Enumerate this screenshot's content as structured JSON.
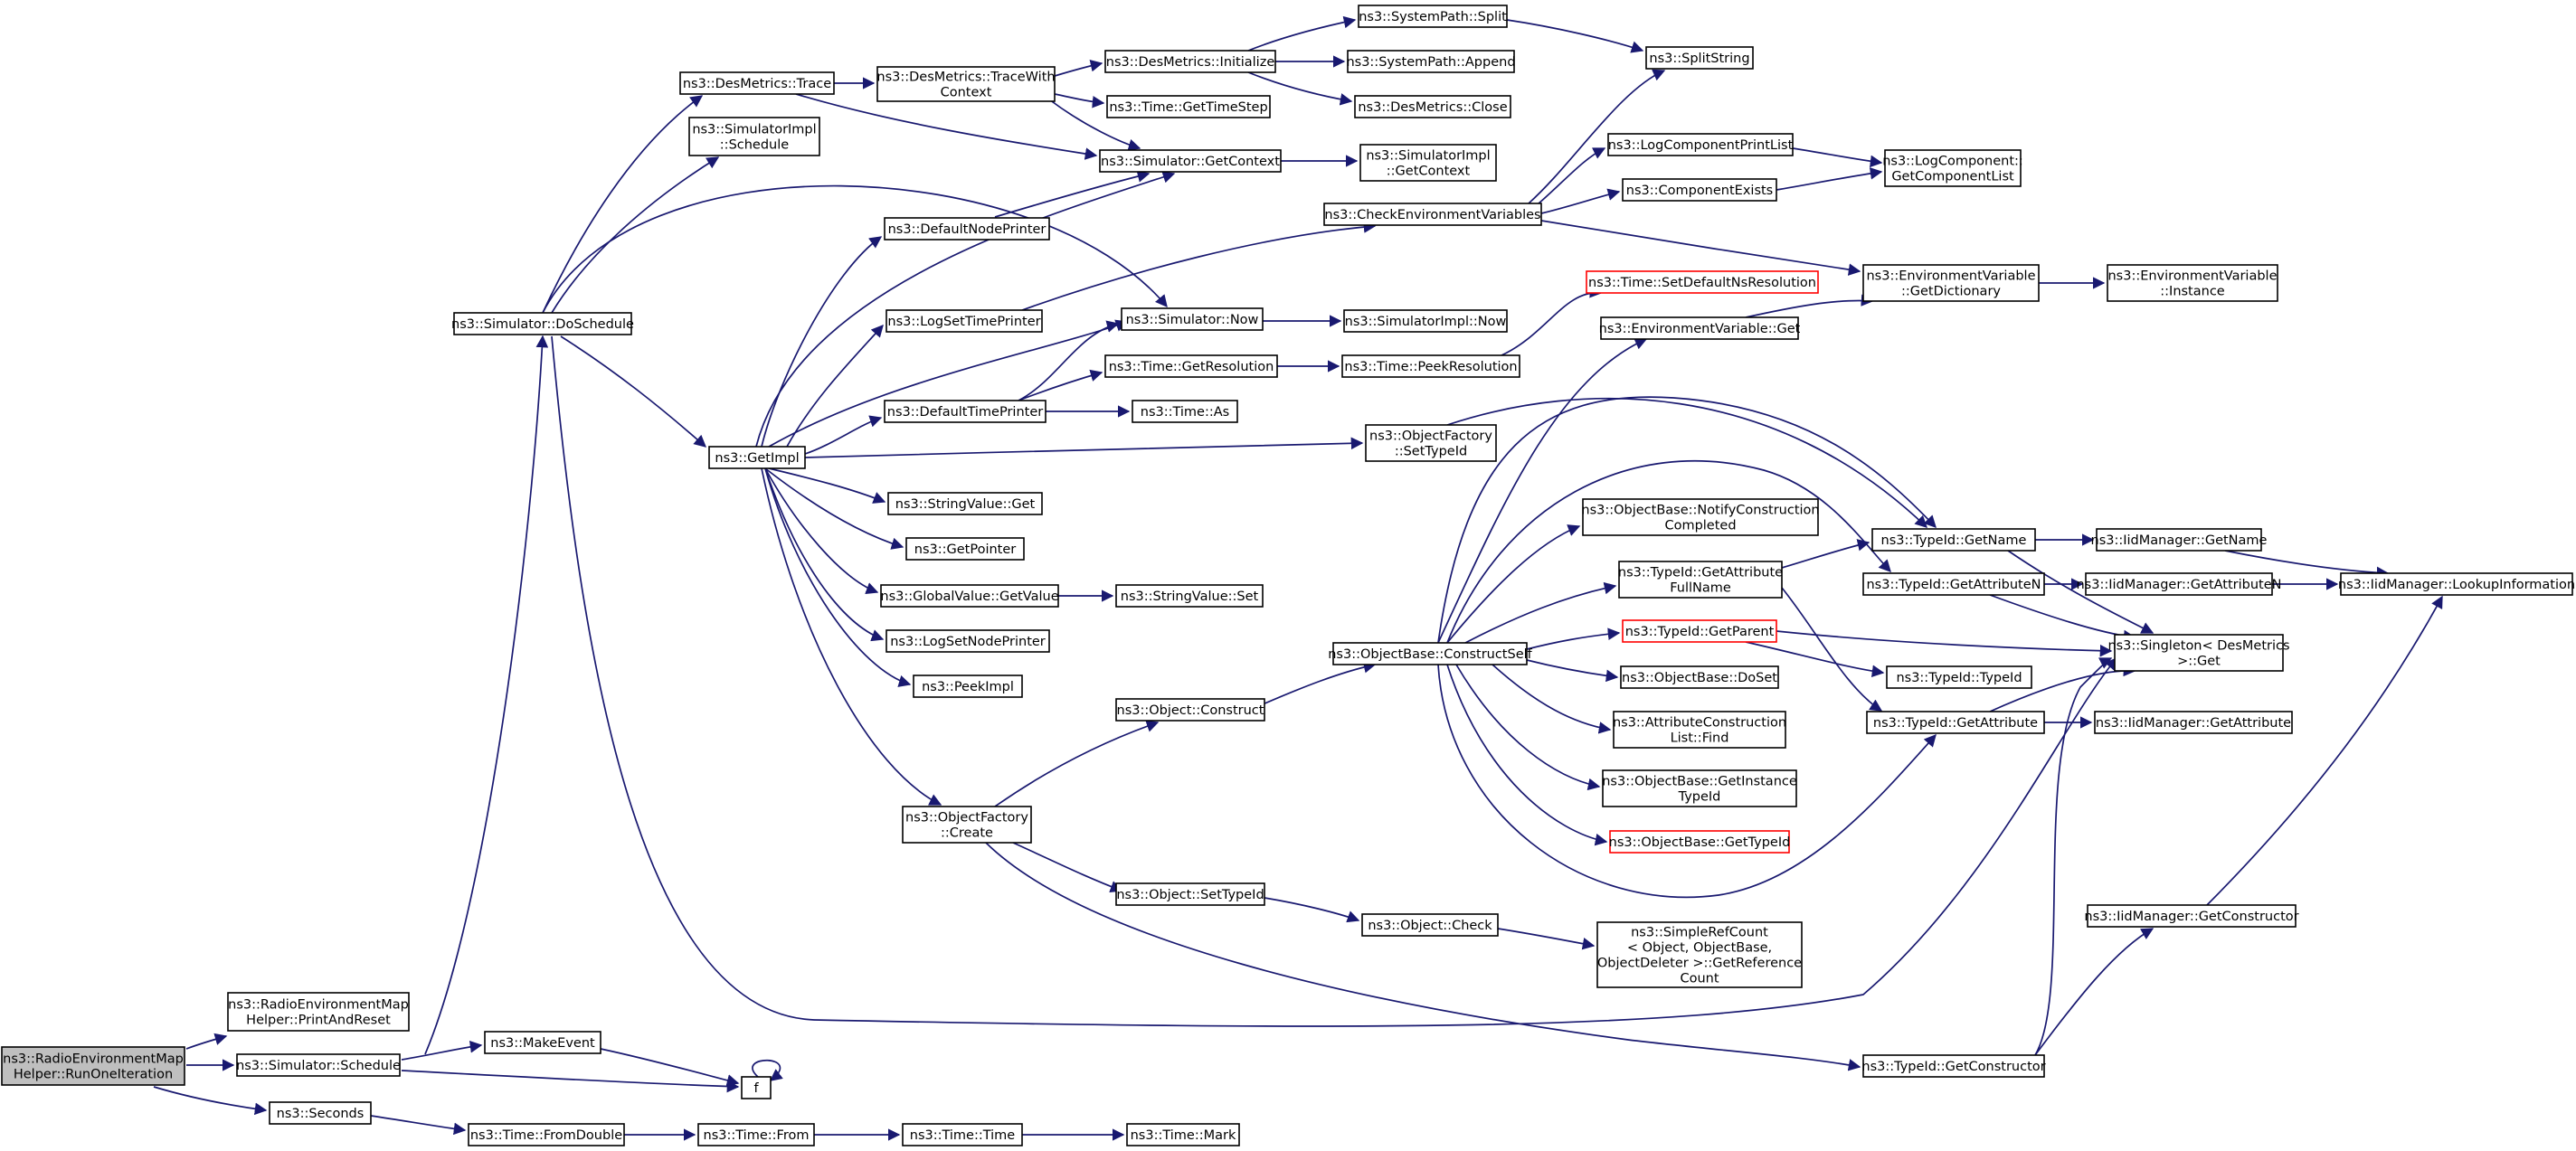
{
  "colors": {
    "edge": "#191970",
    "root_fill": "#bfbfbf",
    "highlight_border": "#ff0000"
  },
  "nodes": {
    "root": [
      "ns3::RadioEnvironmentMap",
      "Helper::RunOneIteration"
    ],
    "printAndReset": [
      "ns3::RadioEnvironmentMap",
      "Helper::PrintAndReset"
    ],
    "simSchedule": [
      "ns3::Simulator::Schedule"
    ],
    "seconds": [
      "ns3::Seconds"
    ],
    "makeEvent": [
      "ns3::MakeEvent"
    ],
    "f": [
      "f"
    ],
    "fromDouble": [
      "ns3::Time::FromDouble"
    ],
    "timeFrom": [
      "ns3::Time::From"
    ],
    "timeTime": [
      "ns3::Time::Time"
    ],
    "timeMark": [
      "ns3::Time::Mark"
    ],
    "doSchedule": [
      "ns3::Simulator::DoSchedule"
    ],
    "desTrace": [
      "ns3::DesMetrics::Trace"
    ],
    "simImplSchedule": [
      "ns3::SimulatorImpl",
      "::Schedule"
    ],
    "getImpl": [
      "ns3::GetImpl"
    ],
    "traceWithContext": [
      "ns3::DesMetrics::TraceWith",
      "Context"
    ],
    "desInitialize": [
      "ns3::DesMetrics::Initialize"
    ],
    "getTimeStep": [
      "ns3::Time::GetTimeStep"
    ],
    "simGetContext": [
      "ns3::Simulator::GetContext"
    ],
    "sysSplit": [
      "ns3::SystemPath::Split"
    ],
    "sysAppend": [
      "ns3::SystemPath::Append"
    ],
    "desClose": [
      "ns3::DesMetrics::Close"
    ],
    "splitString": [
      "ns3::SplitString"
    ],
    "simImplGetContext": [
      "ns3::SimulatorImpl",
      "::GetContext"
    ],
    "defaultNodePrinter": [
      "ns3::DefaultNodePrinter"
    ],
    "checkEnv": [
      "ns3::CheckEnvironmentVariables"
    ],
    "logCompPrintList": [
      "ns3::LogComponentPrintList"
    ],
    "compExists": [
      "ns3::ComponentExists"
    ],
    "logCompGetList": [
      "ns3::LogComponent::",
      "GetComponentList"
    ],
    "logSetTimePrinter": [
      "ns3::LogSetTimePrinter"
    ],
    "simNow": [
      "ns3::Simulator::Now"
    ],
    "simImplNow": [
      "ns3::SimulatorImpl::Now"
    ],
    "envGetDict": [
      "ns3::EnvironmentVariable",
      "::GetDictionary"
    ],
    "envInstance": [
      "ns3::EnvironmentVariable",
      "::Instance"
    ],
    "setDefaultNsRes": [
      "ns3::Time::SetDefaultNsResolution"
    ],
    "timeGetRes": [
      "ns3::Time::GetResolution"
    ],
    "timePeekRes": [
      "ns3::Time::PeekResolution"
    ],
    "envGet": [
      "ns3::EnvironmentVariable::Get"
    ],
    "defaultTimePrinter": [
      "ns3::DefaultTimePrinter"
    ],
    "timeAs": [
      "ns3::Time::As"
    ],
    "ofSetTypeId": [
      "ns3::ObjectFactory",
      "::SetTypeId"
    ],
    "stringValueGet": [
      "ns3::StringValue::Get"
    ],
    "getPointer": [
      "ns3::GetPointer"
    ],
    "globalGetValue": [
      "ns3::GlobalValue::GetValue"
    ],
    "stringValueSet": [
      "ns3::StringValue::Set"
    ],
    "logSetNodePrinter": [
      "ns3::LogSetNodePrinter"
    ],
    "peekImpl": [
      "ns3::PeekImpl"
    ],
    "notifyConstruction": [
      "ns3::ObjectBase::NotifyConstruction",
      "Completed"
    ],
    "typeIdGetName": [
      "ns3::TypeId::GetName"
    ],
    "iidGetName": [
      "ns3::IidManager::GetName"
    ],
    "getAttrFullName": [
      "ns3::TypeId::GetAttribute",
      "FullName"
    ],
    "getAttributeN": [
      "ns3::TypeId::GetAttributeN"
    ],
    "iidGetAttributeN": [
      "ns3::IidManager::GetAttributeN"
    ],
    "iidLookup": [
      "ns3::IidManager::LookupInformation"
    ],
    "constructSelf": [
      "ns3::ObjectBase::ConstructSelf"
    ],
    "typeIdGetParent": [
      "ns3::TypeId::GetParent"
    ],
    "singletonGet": [
      "ns3::Singleton< DesMetrics",
      " >::Get"
    ],
    "doSet": [
      "ns3::ObjectBase::DoSet"
    ],
    "typeIdTypeId": [
      "ns3::TypeId::TypeId"
    ],
    "objectConstruct": [
      "ns3::Object::Construct"
    ],
    "attrConstFind": [
      "ns3::AttributeConstruction",
      "List::Find"
    ],
    "typeIdGetAttribute": [
      "ns3::TypeId::GetAttribute"
    ],
    "iidGetAttribute": [
      "ns3::IidManager::GetAttribute"
    ],
    "getInstanceTypeId": [
      "ns3::ObjectBase::GetInstance",
      "TypeId"
    ],
    "ofCreate": [
      "ns3::ObjectFactory",
      "::Create"
    ],
    "obGetTypeId": [
      "ns3::ObjectBase::GetTypeId"
    ],
    "objectSetTypeId": [
      "ns3::Object::SetTypeId"
    ],
    "objectCheck": [
      "ns3::Object::Check"
    ],
    "simpleRefCount": [
      "ns3::SimpleRefCount",
      "< Object, ObjectBase,",
      " ObjectDeleter >::GetReference",
      "Count"
    ],
    "iidGetConstructor": [
      "ns3::IidManager::GetConstructor"
    ],
    "typeIdGetConstructor": [
      "ns3::TypeId::GetConstructor"
    ]
  }
}
